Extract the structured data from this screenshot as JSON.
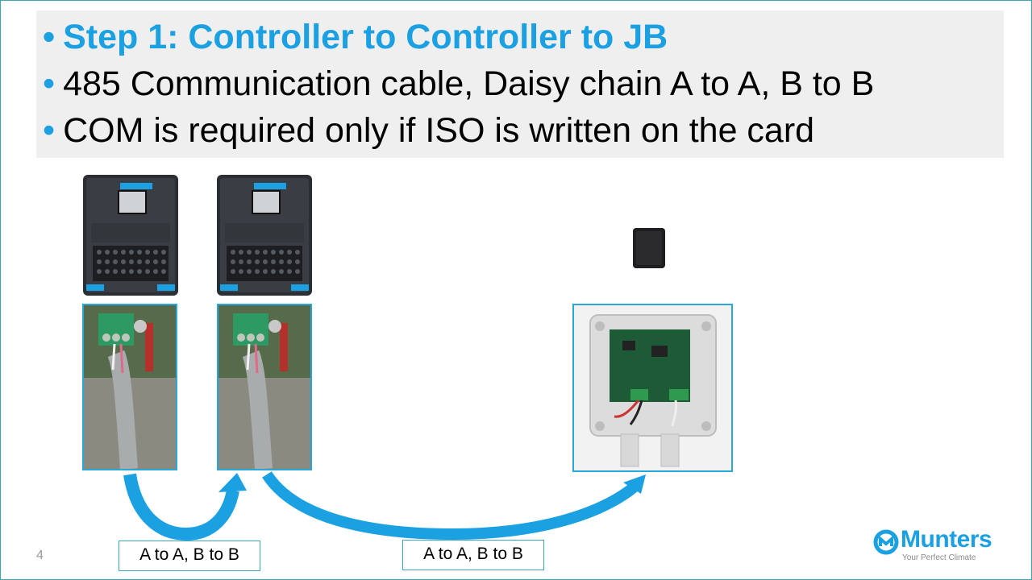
{
  "bullets": {
    "b1": "Step 1: Controller to Controller to JB",
    "b2": "485 Communication cable, Daisy chain  A to A, B to B",
    "b3": "COM is required only if ISO is written on the card",
    "marker": "•"
  },
  "labels": {
    "left": "A to A, B to B",
    "right": "A to A, B to B"
  },
  "page_number": "4",
  "logo": {
    "name": "Munters",
    "tagline": "Your Perfect Climate"
  },
  "colors": {
    "accent": "#1ba0e2",
    "bullet_bg": "#efefef",
    "frame": "#3aa6b9"
  }
}
